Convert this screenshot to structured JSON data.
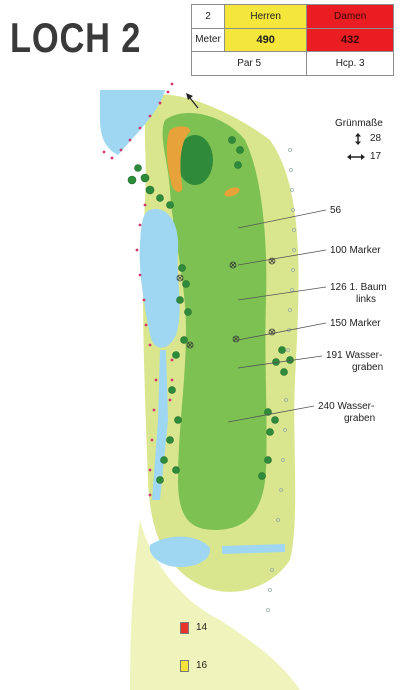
{
  "hole": {
    "title": "LOCH 2"
  },
  "scorecard": {
    "hole_number": "2",
    "col_herren": "Herren",
    "col_damen": "Damen",
    "row_label": "Meter",
    "herren_meter": "490",
    "damen_meter": "432",
    "par": "Par 5",
    "hcp": "Hcp. 3",
    "colors": {
      "herren": "#f4e63a",
      "damen": "#ea1d22"
    }
  },
  "green_size": {
    "label": "Grünmaße",
    "length": "28",
    "width": "17"
  },
  "distances": [
    {
      "value": "56",
      "text": ""
    },
    {
      "value": "100",
      "text": "Marker"
    },
    {
      "value": "126",
      "text": "1. Baum",
      "text2": "links"
    },
    {
      "value": "150",
      "text": "Marker"
    },
    {
      "value": "191",
      "text": "Wasser-",
      "text2": "graben"
    },
    {
      "value": "240",
      "text": "Wasser-",
      "text2": "graben"
    }
  ],
  "tees": [
    {
      "value": "14",
      "color": "#e8352b"
    },
    {
      "value": "16",
      "color": "#f5e23a"
    }
  ],
  "map_colors": {
    "rough": "#d4e27a",
    "fairway": "#7dc153",
    "green": "#2f8a3a",
    "bunker": "#e8a23a",
    "water": "#9fd7f2",
    "tree": "#2e8b3c"
  }
}
